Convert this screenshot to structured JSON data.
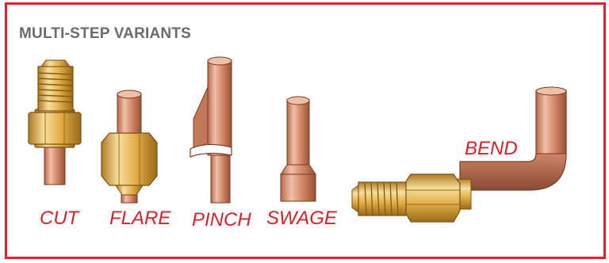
{
  "title": "MULTI-STEP VARIANTS",
  "labels": {
    "cut": "CUT",
    "flare": "FLARE",
    "pinch": "PINCH",
    "swage": "SWAGE",
    "bend": "BEND"
  },
  "colors": {
    "frame": "#e2202f",
    "label": "#d6202a",
    "title": "#6b6b6b",
    "copper": "#d08a6c",
    "copper_light": "#efc0a8",
    "copper_dark": "#8a4a32",
    "brass": "#e4b04a",
    "brass_light": "#f6e0a0",
    "brass_dark": "#9a6a18"
  }
}
